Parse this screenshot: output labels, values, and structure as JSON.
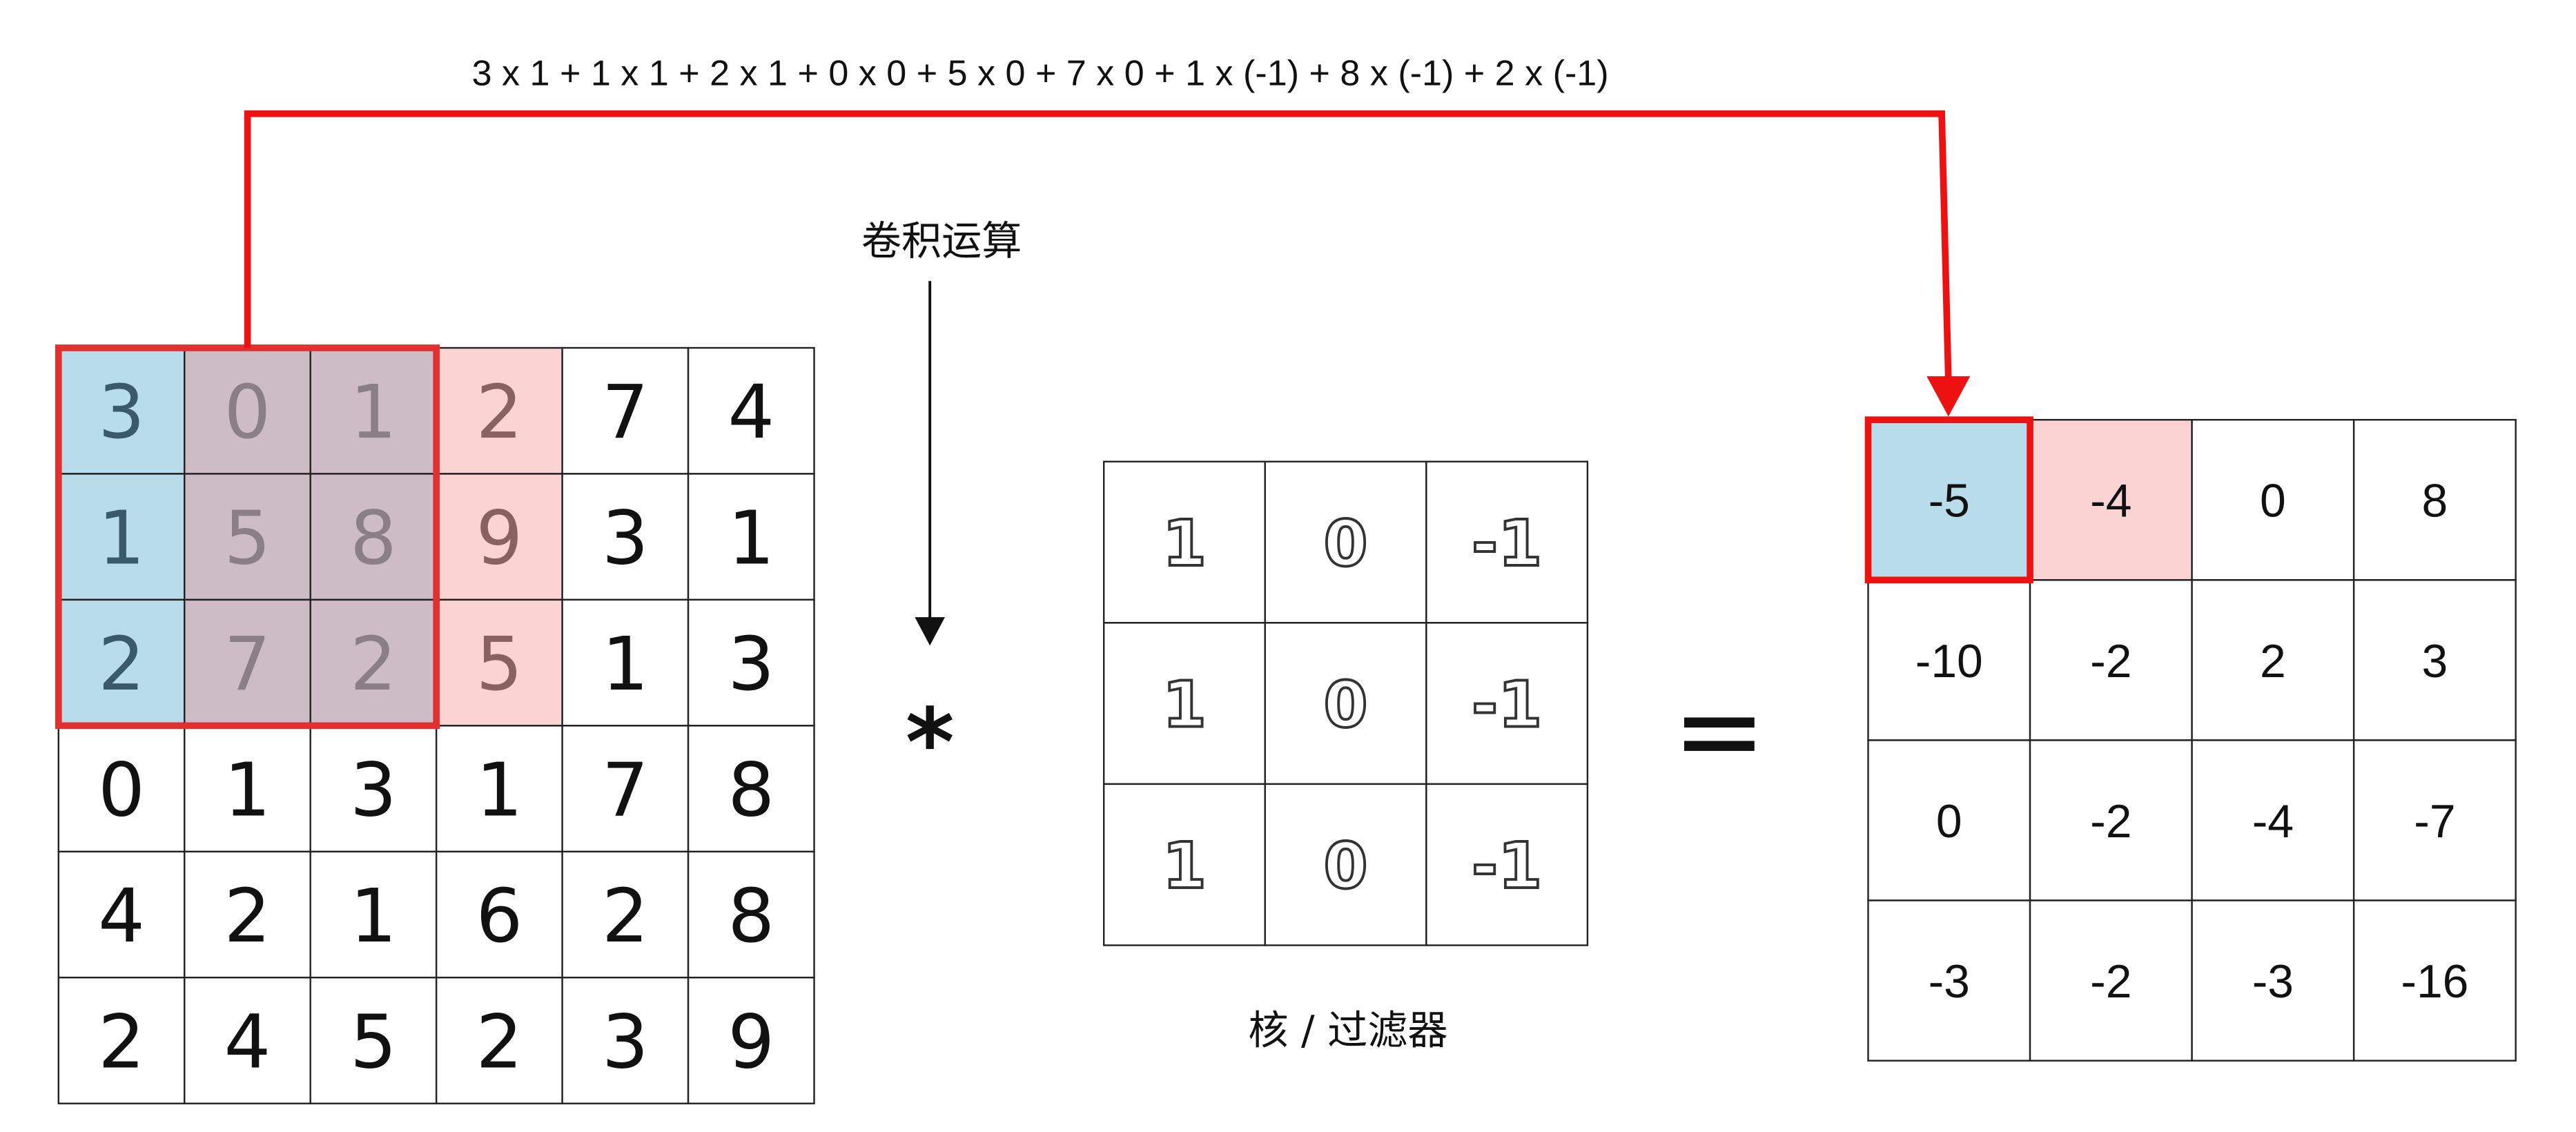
{
  "formula": "3 x 1 + 1 x 1 + 2 x 1 + 0 x 0 + 5 x 0 + 7 x 0 + 1 x (-1) + 8 x (-1) + 2 x (-1)",
  "operation_label": "卷积运算",
  "asterisk": "*",
  "equals": "=",
  "kernel_label": "核 / 过滤器",
  "input_matrix": [
    [
      "3",
      "0",
      "1",
      "2",
      "7",
      "4"
    ],
    [
      "1",
      "5",
      "8",
      "9",
      "3",
      "1"
    ],
    [
      "2",
      "7",
      "2",
      "5",
      "1",
      "3"
    ],
    [
      "0",
      "1",
      "3",
      "1",
      "7",
      "8"
    ],
    [
      "4",
      "2",
      "1",
      "6",
      "2",
      "8"
    ],
    [
      "2",
      "4",
      "5",
      "2",
      "3",
      "9"
    ]
  ],
  "kernel_matrix": [
    [
      "1",
      "0",
      "-1"
    ],
    [
      "1",
      "0",
      "-1"
    ],
    [
      "1",
      "0",
      "-1"
    ]
  ],
  "output_matrix": [
    [
      "-5",
      "-4",
      "0",
      "8"
    ],
    [
      "-10",
      "-2",
      "2",
      "3"
    ],
    [
      "0",
      "-2",
      "-4",
      "-7"
    ],
    [
      "-3",
      "-2",
      "-3",
      "-16"
    ]
  ],
  "colors": {
    "highlight_blue": "#b8dcea",
    "highlight_purple": "#cdbcc6",
    "highlight_pink": "#fbd3d3",
    "arrow_red": "#ee1111",
    "grid": "#222222"
  }
}
